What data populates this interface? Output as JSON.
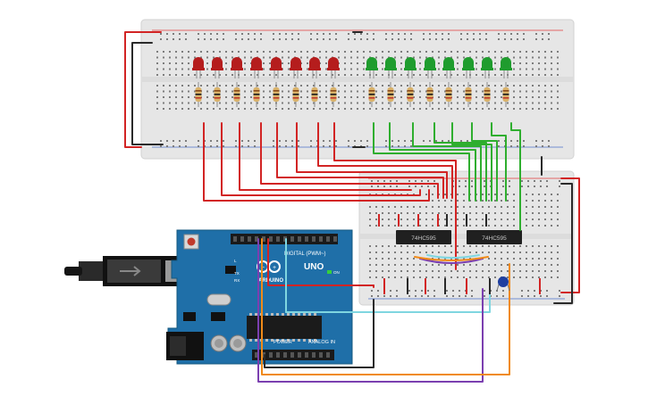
{
  "colors": {
    "board_bg": "#e6e6e6",
    "hole": "#7d7d7d",
    "rail_red": "#e23b3b",
    "rail_blue": "#4a6fc8",
    "led_red": "#b51d1d",
    "led_green": "#1f9c2e",
    "wire_red": "#d22424",
    "wire_green": "#2fae2f",
    "wire_black": "#2a2a2a",
    "wire_purple": "#7b3fb0",
    "wire_orange": "#f08a18",
    "wire_cyan": "#7fd6e0",
    "arduino_blue": "#1f6fa8",
    "chip_black": "#202020",
    "capacitor_blue": "#1f3fa0"
  },
  "icons": {
    "usb": "usb-connector-icon",
    "power_jack": "barrel-jack-icon",
    "reset": "reset-button-icon"
  },
  "arduino": {
    "brand": "ARDUINO",
    "model": "UNO",
    "digital_header": "DIGITAL (PWM~)",
    "power_label": "POWER",
    "analog_label": "ANALOG IN",
    "on_label": "ON",
    "tx_label": "TX",
    "rx_label": "RX",
    "l_label": "L"
  },
  "chips": [
    {
      "label": "74HC595"
    },
    {
      "label": "74HC595"
    }
  ]
}
